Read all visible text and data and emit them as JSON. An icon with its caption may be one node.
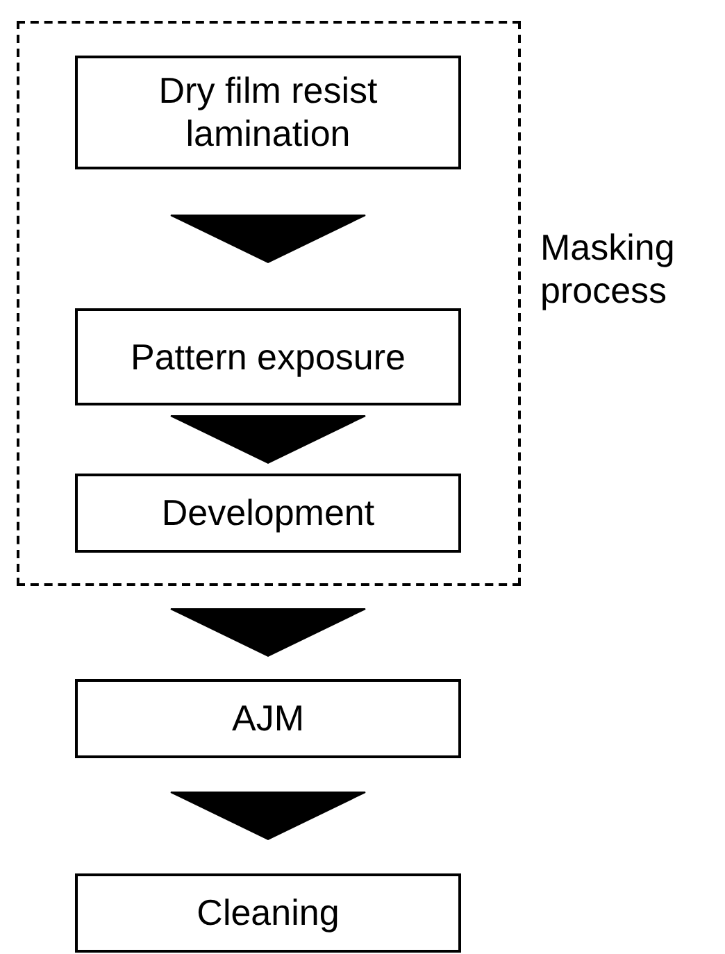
{
  "diagram": {
    "nodes": [
      {
        "text": [
          "Masking process"
        ]
      },
      {
        "text": [
          "Dry film resist lamination"
        ],
        "in": 0
      },
      {
        "text": [
          "Pattern exposure"
        ],
        "in": 0
      },
      {
        "text": [
          "Development"
        ],
        "in": 0
      },
      {
        "text": [
          "AJM"
        ]
      },
      {
        "text": [
          "Cleaning"
        ]
      }
    ],
    "edges": [
      {
        "from": 1,
        "to": 2,
        "arrow": "to"
      },
      {
        "from": 2,
        "to": 3,
        "arrow": "to"
      },
      {
        "from": 0,
        "to": 4,
        "arrow": "to"
      },
      {
        "from": 4,
        "to": 5,
        "arrow": "to"
      }
    ]
  }
}
